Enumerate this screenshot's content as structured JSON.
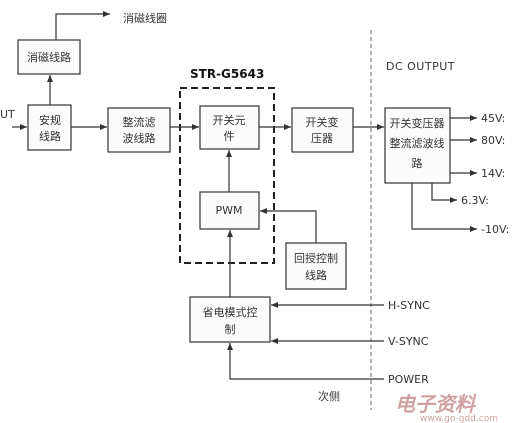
{
  "diagram": {
    "input_label": "UT",
    "demag_coil_label": "消磁线圈",
    "chip_label": "STR-G5643",
    "dc_output_label": "DC OUTPUT",
    "secondary_side_label": "次侧",
    "blocks": {
      "demag_circuit": [
        "消磁线路"
      ],
      "safety_circuit": [
        "安规",
        "线路"
      ],
      "rectifier_filter": [
        "整流滤",
        "波线路"
      ],
      "switch_element": [
        "开关元",
        "件"
      ],
      "switch_transformer": [
        "开关变",
        "压器"
      ],
      "pwm": [
        "PWM"
      ],
      "feedback_control": [
        "回授控制",
        "线路"
      ],
      "power_save": [
        "省电模式控",
        "制"
      ],
      "output_rectifier": [
        "开关变压器",
        "整流滤波线",
        "路"
      ]
    },
    "outputs": [
      "45V:",
      "80V:",
      "14V:",
      "6.3V:",
      "-10V:"
    ],
    "signals": [
      "H-SYNC",
      "V-SYNC",
      "POWER"
    ]
  },
  "watermark": {
    "text": "电子资料",
    "url": "www.go-gdd.com"
  }
}
